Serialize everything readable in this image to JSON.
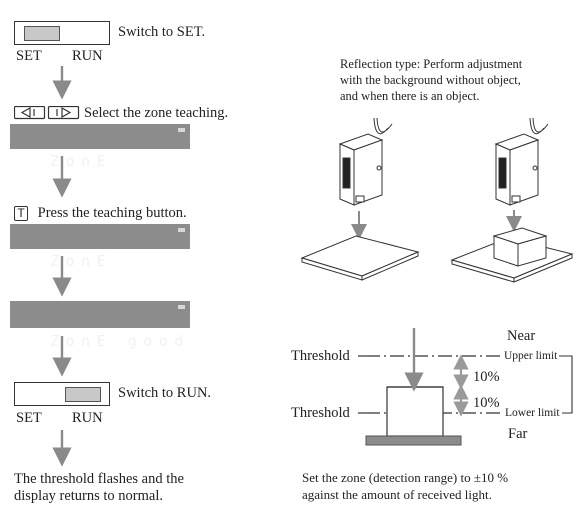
{
  "left_flow": {
    "step1_text": "Switch to SET.",
    "set_label": "SET",
    "run_label": "RUN",
    "step2_text": "Select the zone teaching.",
    "lcd_zone_1": "ZonE",
    "step3_key": "T",
    "step3_text": "Press the teaching button.",
    "lcd_zone_2": "ZonE",
    "lcd_zone_good": "ZonE good",
    "step5_text": "Switch to RUN.",
    "set_label_2": "SET",
    "run_label_2": "RUN",
    "final_line1": "The threshold flashes and the",
    "final_line2": "display returns to normal."
  },
  "right_panel": {
    "intro_line1": "Reflection type: Perform adjustment",
    "intro_line2": "with the background without object,",
    "intro_line3": "and when there is an object.",
    "threshold_top": "Threshold",
    "threshold_bottom": "Threshold",
    "near": "Near",
    "upper_limit": "Upper limit",
    "pct_top": "10%",
    "pct_bottom": "10%",
    "lower_limit": "Lower limit",
    "far": "Far",
    "caption_line1": "Set the zone (detection range) to ±10 %",
    "caption_line2": "against the amount of received light."
  },
  "colors": {
    "lcd_bg": "#8c8c8c",
    "arrow": "#8a8a8a",
    "base_plate": "#8c8c8c"
  },
  "icons": [
    "down-arrow-icon",
    "left-right-keys-icon",
    "sensor-icon"
  ]
}
